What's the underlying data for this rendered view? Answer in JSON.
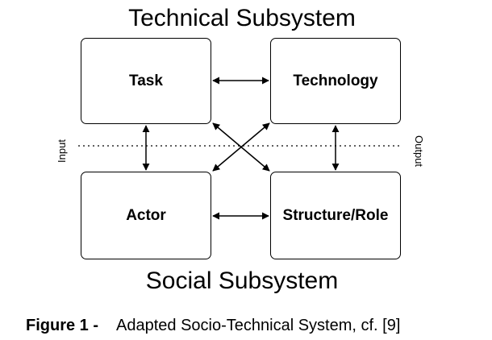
{
  "titles": {
    "top": "Technical Subsystem",
    "bottom": "Social Subsystem"
  },
  "boxes": {
    "task": "Task",
    "technology": "Technology",
    "actor": "Actor",
    "structure": "Structure/Role"
  },
  "side_labels": {
    "input": "Input",
    "output": "Output"
  },
  "caption": {
    "label": "Figure 1 -",
    "text": "Adapted Socio-Technical System, cf. [9]"
  }
}
